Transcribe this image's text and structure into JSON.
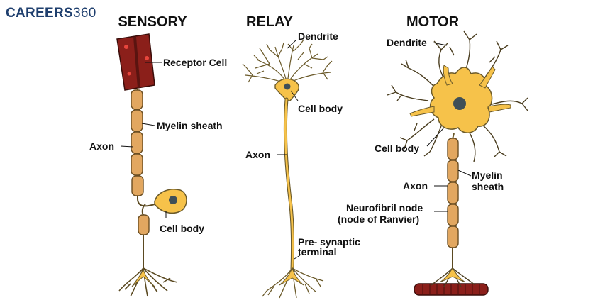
{
  "brand": {
    "name": "CAREERS",
    "number": "360"
  },
  "colors": {
    "nerve_yellow": "#f6c24a",
    "nerve_outline": "#6b5a2a",
    "myelin": "#e2a760",
    "receptor_red": "#8b1f1a",
    "nucleus": "#3f4f57",
    "text": "#111111",
    "brand_blue": "#1f3f6e"
  },
  "neurons": {
    "sensory": {
      "title": "SENSORY",
      "labels": {
        "receptor_cell": "Receptor Cell",
        "myelin_sheath": "Myelin sheath",
        "axon": "Axon",
        "cell_body": "Cell body"
      }
    },
    "relay": {
      "title": "RELAY",
      "labels": {
        "dendrite": "Dendrite",
        "cell_body": "Cell body",
        "axon": "Axon",
        "presynaptic_line1": "Pre- synaptic",
        "presynaptic_line2": "terminal"
      }
    },
    "motor": {
      "title": "MOTOR",
      "labels": {
        "dendrite": "Dendrite",
        "cell_body": "Cell body",
        "myelin_line1": "Myelin",
        "myelin_line2": "sheath",
        "axon": "Axon",
        "node_line1": "Neurofibril node",
        "node_line2": "(node of Ranvier)"
      }
    }
  }
}
